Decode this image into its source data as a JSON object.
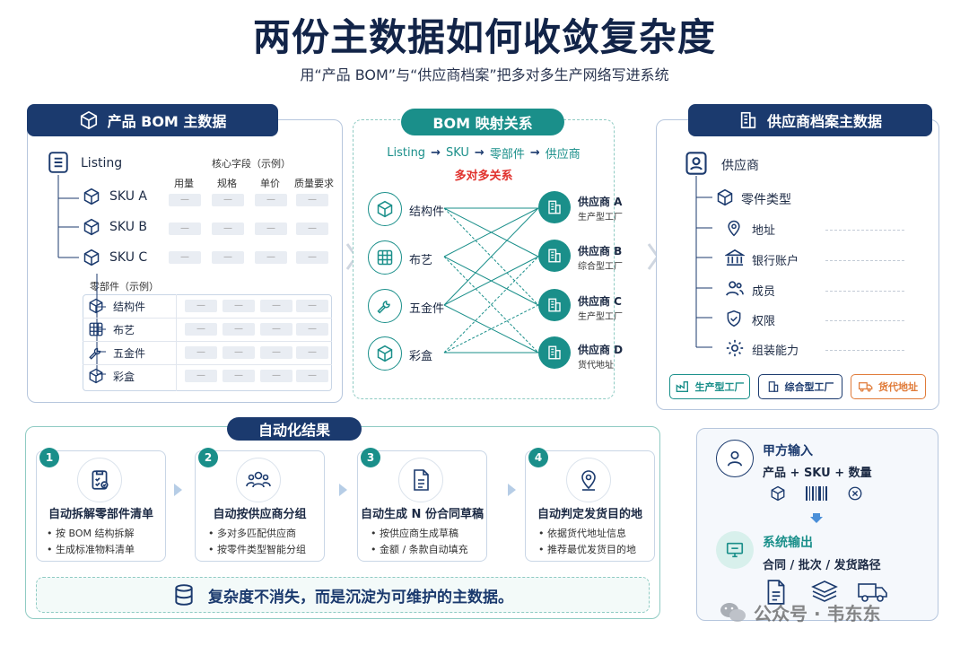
{
  "title": "两份主数据如何收敛复杂度",
  "subtitle": "用“产品 BOM”与“供应商档案”把多对多生产网络写进系统",
  "left": {
    "header": "产品 BOM 主数据",
    "listing": "Listing",
    "fields_label": "核心字段（示例）",
    "fields": [
      "用量",
      "规格",
      "单价",
      "质量要求"
    ],
    "skus": [
      "SKU A",
      "SKU B",
      "SKU C"
    ],
    "parts_label": "零部件（示例）",
    "parts": [
      "结构件",
      "布艺",
      "五金件",
      "彩盒"
    ],
    "placeholder": "—"
  },
  "middle": {
    "header": "BOM 映射关系",
    "flow": [
      "Listing",
      "SKU",
      "零部件",
      "供应商"
    ],
    "many": "多对多关系",
    "parts": [
      "结构件",
      "布艺",
      "五金件",
      "彩盒"
    ],
    "suppliers": [
      {
        "name": "供应商 A",
        "type": "生产型工厂"
      },
      {
        "name": "供应商 B",
        "type": "综合型工厂"
      },
      {
        "name": "供应商 C",
        "type": "生产型工厂"
      },
      {
        "name": "供应商 D",
        "type": "货代地址"
      }
    ]
  },
  "right": {
    "header": "供应商档案主数据",
    "root": "供应商",
    "items": [
      "零件类型",
      "地址",
      "银行账户",
      "成员",
      "权限",
      "组装能力"
    ],
    "types": [
      "生产型工厂",
      "综合型工厂",
      "货代地址"
    ]
  },
  "results": {
    "header": "自动化结果",
    "steps": [
      {
        "num": "1",
        "title": "自动拆解零部件清单",
        "b1": "• 按 BOM 结构拆解",
        "b2": "• 生成标准物料清单"
      },
      {
        "num": "2",
        "title": "自动按供应商分组",
        "b1": "• 多对多匹配供应商",
        "b2": "• 按零件类型智能分组"
      },
      {
        "num": "3",
        "title": "自动生成 N 份合同草稿",
        "b1": "• 按供应商生成草稿",
        "b2": "• 金额 / 条款自动填充"
      },
      {
        "num": "4",
        "title": "自动判定发货目的地",
        "b1": "• 依据货代地址信息",
        "b2": "• 推荐最优发货目的地"
      }
    ],
    "banner": "复杂度不消失，而是沉淀为可维护的主数据。"
  },
  "io": {
    "input_title": "甲方输入",
    "input_text": "产品 + SKU + 数量",
    "output_title": "系统输出",
    "output_text": "合同 / 批次 / 发货路径"
  },
  "watermark": "公众号 · 韦东东",
  "colors": {
    "navy": "#1b3a6e",
    "teal": "#1a8f8a",
    "orange": "#e07b39"
  }
}
